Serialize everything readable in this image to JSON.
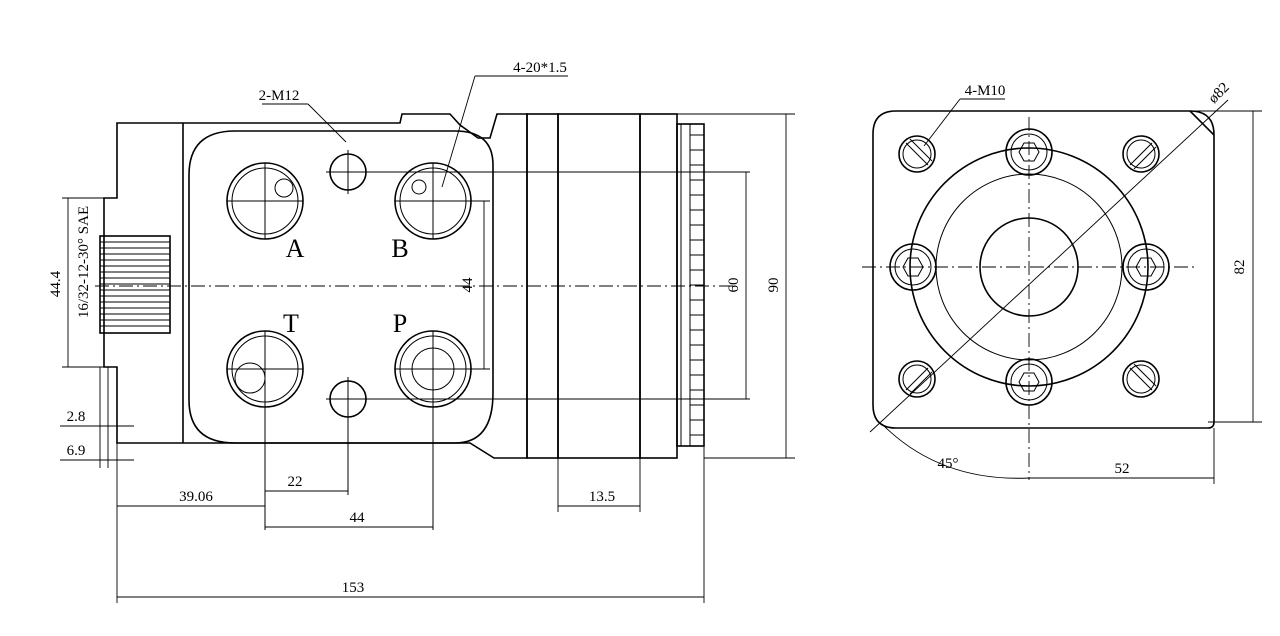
{
  "side_view": {
    "callout_ports": "4-20*1.5",
    "callout_mount": "2-M12",
    "shaft_spec": "16/32-12-30° SAE",
    "port_labels": {
      "a": "A",
      "b": "B",
      "t": "T",
      "p": "P"
    },
    "dims": {
      "shaft_dia": "44.4",
      "port_spacing_v": "44",
      "inner_height": "60",
      "overall_height": "90",
      "d_2_8": "2.8",
      "d_6_9": "6.9",
      "d_39_06": "39.06",
      "d_22": "22",
      "d_44_h": "44",
      "d_13_5": "13.5",
      "d_153": "153"
    }
  },
  "end_view": {
    "callout_bolts": "4-M10",
    "diameter": "ø82",
    "height": "82",
    "width": "52",
    "angle": "45°"
  }
}
